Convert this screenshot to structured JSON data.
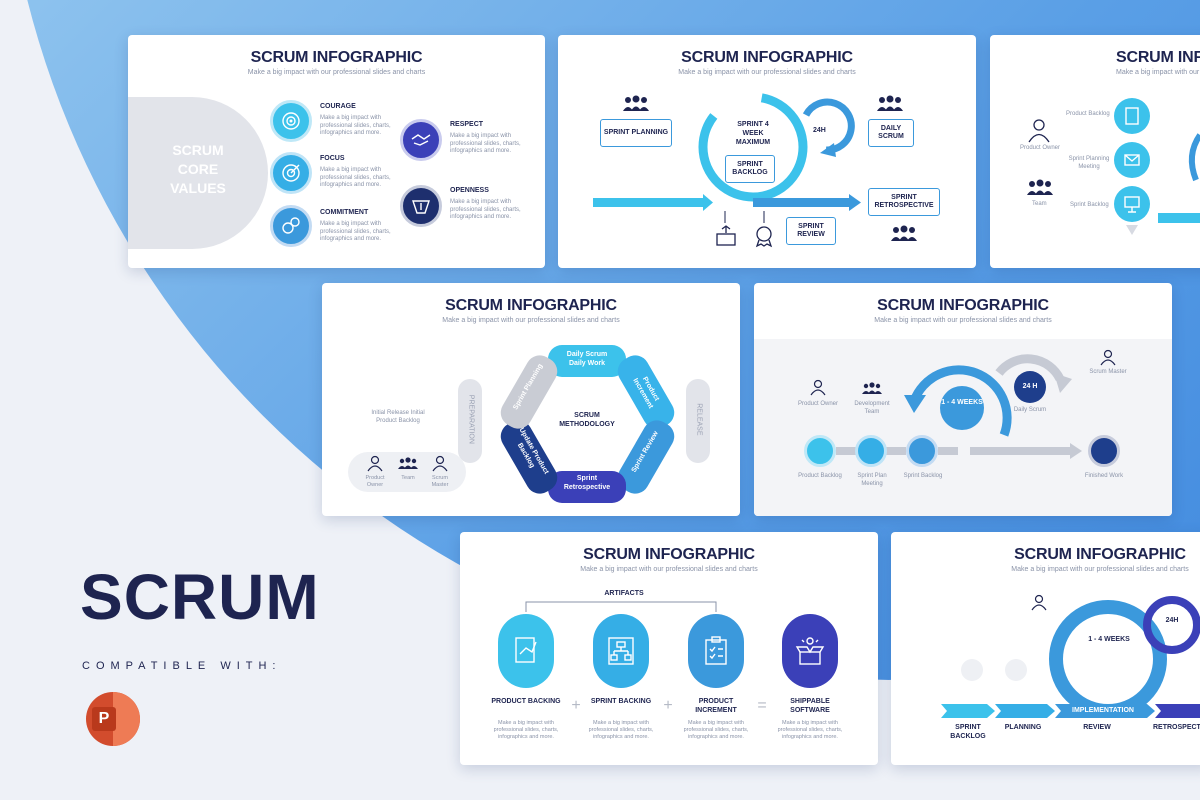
{
  "hero": {
    "title": "SCRUM",
    "compatible": "COMPATIBLE WITH:",
    "ppt_letter": "P"
  },
  "common": {
    "slide_title": "SCRUM INFOGRAPHIC",
    "slide_subtitle": "Make a big impact with our professional slides and charts"
  },
  "colors": {
    "cyan": "#3cc2eb",
    "blue": "#3b99dc",
    "navy": "#1e2450",
    "indigo": "#3b40b8",
    "grey": "#e2e4ea"
  },
  "slide1": {
    "core_values": "SCRUM CORE VALUES",
    "items": [
      {
        "title": "COURAGE",
        "desc": "Make a big impact with professional slides, charts, infographics and more.",
        "icon": "target-icon"
      },
      {
        "title": "FOCUS",
        "desc": "Make a big impact with professional slides, charts, infographics and more.",
        "icon": "focus-icon"
      },
      {
        "title": "COMMITMENT",
        "desc": "Make a big impact with professional slides, charts, infographics and more.",
        "icon": "gears-icon"
      },
      {
        "title": "RESPECT",
        "desc": "Make a big impact with professional slides, charts, infographics and more.",
        "icon": "handshake-icon"
      },
      {
        "title": "OPENNESS",
        "desc": "Make a big impact with professional slides, charts, infographics and more.",
        "icon": "open-icon"
      }
    ]
  },
  "slide2": {
    "sprint_planning": "SPRINT PLANNING",
    "sprint_4week": "SPRINT 4 WEEK MAXIMUM",
    "sprint_backlog": "SPRINT BACKLOG",
    "h24": "24H",
    "daily_scrum": "DAILY SCRUM",
    "sprint_retro": "SPRINT RETROSPECTIVE",
    "sprint_review": "SPRINT REVIEW"
  },
  "slide3": {
    "product_backlog": "Product Backlog",
    "product_owner": "Product Owner",
    "sprint_planning_meeting": "Sprint Planning Meeting",
    "team": "Team",
    "sprint_backlog": "Sprint Backlog"
  },
  "slide4": {
    "daily_scrum": "Daily Scrum Daily Work",
    "product_increment": "Product Increment",
    "sprint_review": "Sprint Review",
    "sprint_retro": "Sprint Retrospective",
    "update_backlog": "Update Product Backlog",
    "sprint_planning": "Sprint Planning",
    "center": "SCRUM METHODOLOGY",
    "preparation": "PREPARATION",
    "release": "RELEASE",
    "initial": "Initial Release Initial Product Backlog",
    "product_owner": "Product Owner",
    "team": "Team",
    "scrum_master": "Scrum Master"
  },
  "slide5": {
    "weeks": "1 - 4 WEEKS",
    "h24": "24 H",
    "scrum_master": "Scrum Master",
    "daily_scrum": "Daily Scrum",
    "product_owner": "Product Owner",
    "dev_team": "Development Team",
    "product_backlog": "Product Backlog",
    "sprint_plan_meeting": "Sprint Plan Meeting",
    "sprint_backlog": "Sprint Backlog",
    "finished_work": "Finished Work"
  },
  "slide6": {
    "artifacts": "ARTIFACTS",
    "items": [
      {
        "title": "PRODUCT BACKING",
        "desc": "Make a big impact with professional slides, charts, infographics and more.",
        "icon": "document-icon"
      },
      {
        "title": "SPRINT BACKING",
        "desc": "Make a big impact with professional slides, charts, infographics and more.",
        "icon": "flowchart-icon"
      },
      {
        "title": "PRODUCT INCREMENT",
        "desc": "Make a big impact with professional slides, charts, infographics and more.",
        "icon": "clipboard-icon"
      },
      {
        "title": "SHIPPABLE SOFTWARE",
        "desc": "Make a big impact with professional slides, charts, infographics and more.",
        "icon": "box-icon"
      }
    ],
    "plus": "+",
    "equals": "="
  },
  "slide7": {
    "weeks": "1 - 4 WEEKS",
    "h24": "24H",
    "sprint_backlog": "SPRINT BACKLOG",
    "planning": "PLANNING",
    "implementation": "IMPLEMENTATION",
    "review": "REVIEW",
    "retrospective": "RETROSPECTIVE"
  }
}
